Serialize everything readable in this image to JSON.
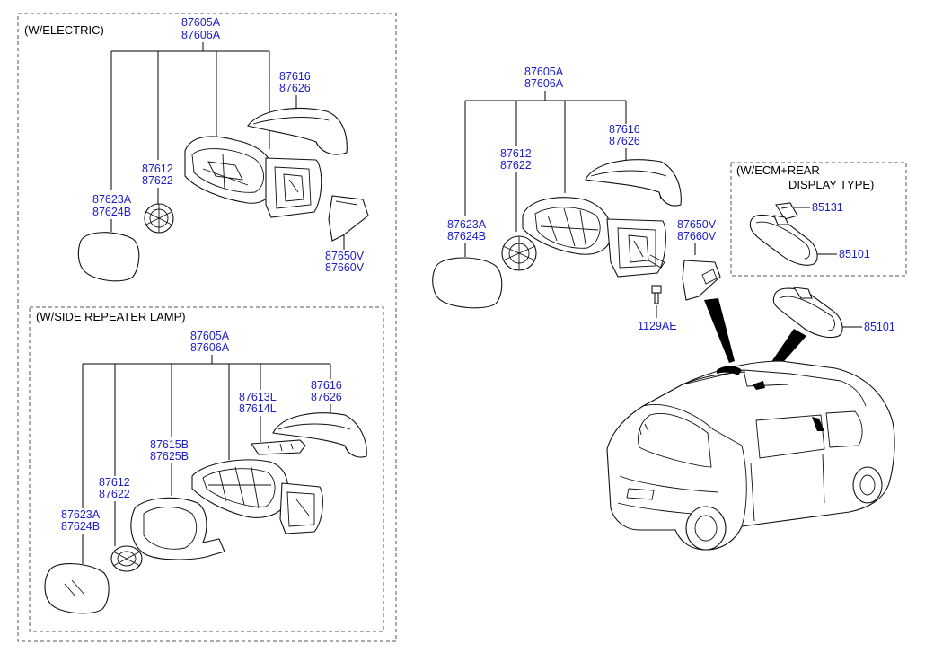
{
  "sections": {
    "electric": {
      "title": "(W/ELECTRIC)",
      "labels": {
        "assy_a": "87605A",
        "assy_b": "87606A",
        "cover_a": "87616",
        "cover_b": "87626",
        "actuator_a": "87612",
        "actuator_b": "87622",
        "glass_a": "87623A",
        "glass_b": "87624B",
        "garnish_a": "87650V",
        "garnish_b": "87660V"
      }
    },
    "repeater": {
      "title": "(W/SIDE REPEATER LAMP)",
      "labels": {
        "assy_a": "87605A",
        "assy_b": "87606A",
        "cover_a": "87616",
        "cover_b": "87626",
        "lamp_a": "87613L",
        "lamp_b": "87614L",
        "housing_a": "87615B",
        "housing_b": "87625B",
        "actuator_a": "87612",
        "actuator_b": "87622",
        "glass_a": "87623A",
        "glass_b": "87624B"
      }
    },
    "main": {
      "labels": {
        "assy_a": "87605A",
        "assy_b": "87606A",
        "cover_a": "87616",
        "cover_b": "87626",
        "actuator_a": "87612",
        "actuator_b": "87622",
        "glass_a": "87623A",
        "glass_b": "87624B",
        "garnish_a": "87650V",
        "garnish_b": "87660V",
        "bolt": "1129AE",
        "inside_mirror": "85101"
      }
    },
    "ecm": {
      "title_line1": "(W/ECM+REAR",
      "title_line2": "DISPLAY TYPE)",
      "labels": {
        "cover": "85131",
        "mirror": "85101"
      }
    }
  }
}
